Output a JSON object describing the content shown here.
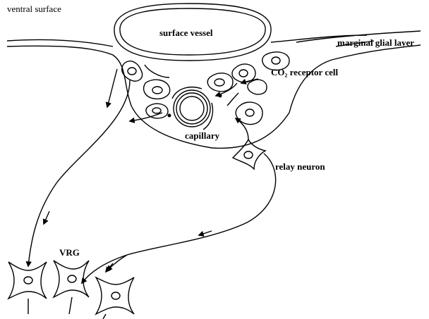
{
  "labels": {
    "ventral_surface": "ventral surface",
    "surface_vessel": "surface vessel",
    "marginal_glial_layer": "marginal glial layer",
    "co2_receptor_cell": "CO₂ receptor cell",
    "capillary": "capillary",
    "relay_neuron": "relay neuron",
    "vrg": "VRG"
  },
  "colors": {
    "ink": "#000000",
    "background": "#ffffff"
  }
}
